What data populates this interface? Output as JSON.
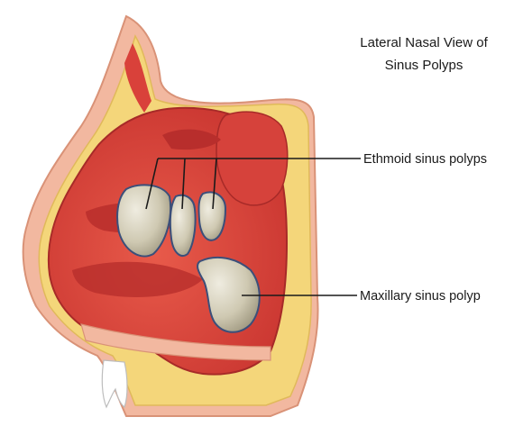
{
  "title": {
    "line1": "Lateral Nasal View of",
    "line2": "Sinus Polyps"
  },
  "labels": {
    "ethmoid": "Ethmoid sinus polyps",
    "maxillary": "Maxillary sinus polyp"
  },
  "colors": {
    "skin": "#f2b8a0",
    "fat_yellow": "#f4d67a",
    "mucosa": "#e0403a",
    "mucosa_dark": "#b92a2a",
    "polyp_fill": "#cfc9b2",
    "polyp_stroke": "#3b4f7a",
    "leader": "#1a1a1a"
  }
}
